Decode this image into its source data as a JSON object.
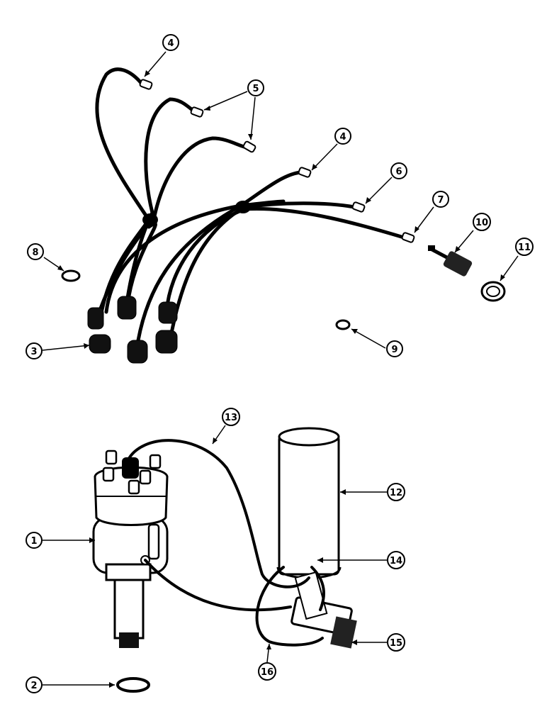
{
  "diagram": {
    "callouts": [
      {
        "id": "c1",
        "label": "1"
      },
      {
        "id": "c2",
        "label": "2"
      },
      {
        "id": "c3",
        "label": "3"
      },
      {
        "id": "c4a",
        "label": "4"
      },
      {
        "id": "c4b",
        "label": "4"
      },
      {
        "id": "c5",
        "label": "5"
      },
      {
        "id": "c6",
        "label": "6"
      },
      {
        "id": "c7",
        "label": "7"
      },
      {
        "id": "c8",
        "label": "8"
      },
      {
        "id": "c9",
        "label": "9"
      },
      {
        "id": "c10",
        "label": "10"
      },
      {
        "id": "c11",
        "label": "11"
      },
      {
        "id": "c12",
        "label": "12"
      },
      {
        "id": "c13",
        "label": "13"
      },
      {
        "id": "c14",
        "label": "14"
      },
      {
        "id": "c15",
        "label": "15"
      },
      {
        "id": "c16",
        "label": "16"
      }
    ]
  }
}
